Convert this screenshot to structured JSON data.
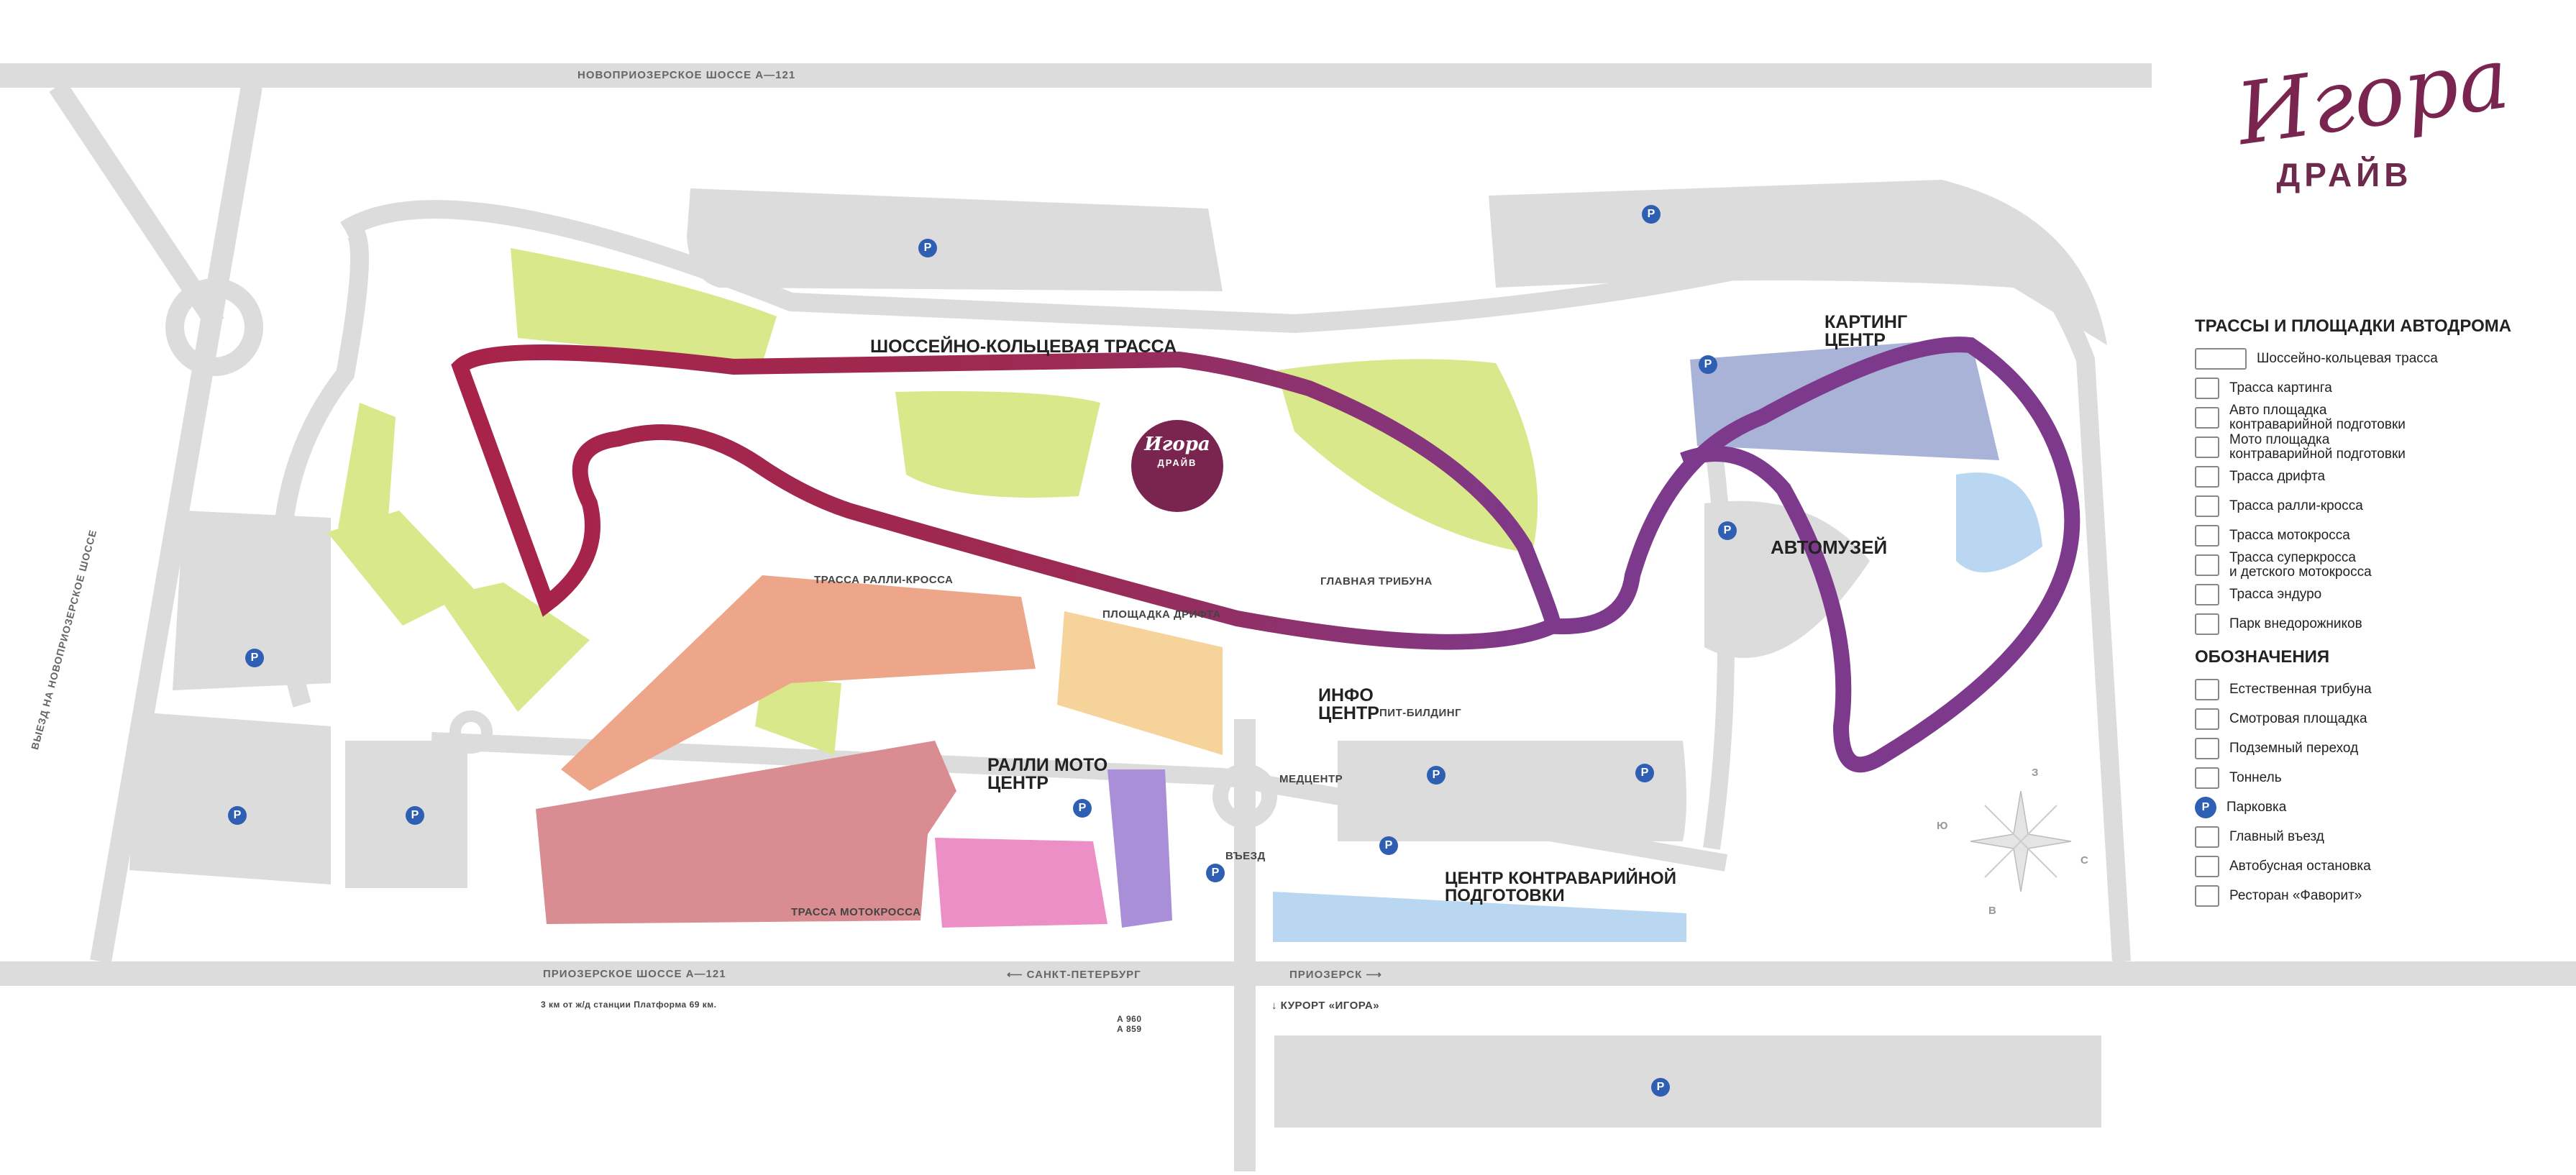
{
  "roads": {
    "top": "НОВОПРИОЗЕРСКОЕ ШОССЕ   А—121",
    "bottom_left": "ПРИОЗЕРСКОЕ ШОССЕ   А—121",
    "bottom_spb": "⟵ САНКТ-ПЕТЕРБУРГ",
    "bottom_priozersk": "ПРИОЗЕРСК ⟶",
    "exit_vertical": "ВЫЕЗД НА НОВОПРИОЗЕРСКОЕ ШОССЕ",
    "resort": "↓ КУРОРТ «ИГОРА»",
    "train_note": "3 км от ж/д станции Платформа 69 км.",
    "bus_routes": "А 960\nА 859"
  },
  "zones": {
    "main_track": "ШОССЕЙНО-КОЛЬЦЕВАЯ ТРАССА",
    "karting": "КАРТИНГ\nЦЕНТР",
    "automuseum": "АВТОМУЗЕЙ",
    "main_stand": "ГЛАВНАЯ ТРИБУНА",
    "rally_cross": "ТРАССА РАЛЛИ-КРОССА",
    "drift": "ПЛОЩАДКА ДРИФТА",
    "rally_moto": "РАЛЛИ МОТО\nЦЕНТР",
    "info": "ИНФО\nЦЕНТР",
    "pit": "ПИТ-БИЛДИНГ",
    "medcenter": "МЕДЦЕНТР",
    "entry": "ВЪЕЗД",
    "counter_emergency": "ЦЕНТР КОНТРАВАРИЙНОЙ\nПОДГОТОВКИ",
    "motocross": "ТРАССА МОТОКРОССА",
    "center_logo_top": "Игора",
    "center_logo_bottom": "ДРАЙВ"
  },
  "logo": {
    "script": "Игора",
    "word": "ДРАЙВ"
  },
  "legend": {
    "tracks_title": "ТРАССЫ И ПЛОЩАДКИ АВТОДРОМА",
    "tracks": [
      {
        "label": "Шоссейно-кольцевая трасса",
        "icon": "car-moto-icon"
      },
      {
        "label": "Трасса картинга",
        "icon": "kart-icon"
      },
      {
        "label": "Авто площадка\nконтраварийной подготовки",
        "icon": "car-skid-icon"
      },
      {
        "label": "Мото площадка\nконтраварийной подготовки",
        "icon": "moto-icon"
      },
      {
        "label": "Трасса дрифта",
        "icon": "drift-car-icon"
      },
      {
        "label": "Трасса ралли-кросса",
        "icon": "rally-icon"
      },
      {
        "label": "Трасса мотокросса",
        "icon": "motocross-icon"
      },
      {
        "label": "Трасса суперкросса\nи детского мотокросса",
        "icon": "supercross-icon"
      },
      {
        "label": "Трасса эндуро",
        "icon": "enduro-icon"
      },
      {
        "label": "Парк внедорожников",
        "icon": "offroad-icon"
      }
    ],
    "symbols_title": "ОБОЗНАЧЕНИЯ",
    "symbols": [
      {
        "label": "Естественная трибуна",
        "icon": "stand-icon"
      },
      {
        "label": "Смотровая площадка",
        "icon": "binoculars-icon"
      },
      {
        "label": "Подземный переход",
        "icon": "underpass-icon"
      },
      {
        "label": "Тоннель",
        "icon": "tunnel-icon"
      },
      {
        "label": "Парковка",
        "icon": "parking-icon"
      },
      {
        "label": "Главный въезд",
        "icon": "main-entry-icon"
      },
      {
        "label": "Автобусная остановка",
        "icon": "bus-icon"
      },
      {
        "label": "Ресторан «Фаворит»",
        "icon": "restaurant-icon"
      }
    ]
  },
  "compass": {
    "n": "С",
    "s": "Ю",
    "e": "В",
    "w": "З"
  },
  "parking_symbol": "P",
  "colors": {
    "road": "#dcdcdc",
    "track_red": "#a8234a",
    "track_purple": "#7d3a8c",
    "green": "#d8e88a",
    "rally": "#eea68a",
    "motocross": "#d98d92",
    "drift": "#f6d39b",
    "karting": "#a9b3d8",
    "kids": "#ec8fc6",
    "enduro": "#a88fd8",
    "water": "#b9d7f0",
    "parking_pin": "#2f5fb3",
    "brand": "#7a2550"
  }
}
